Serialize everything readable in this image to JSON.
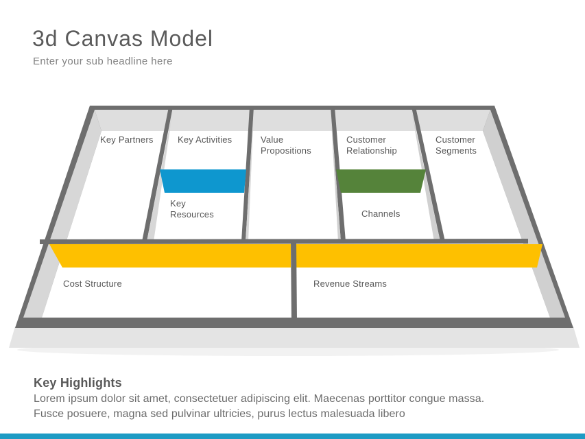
{
  "page": {
    "title": "3d Canvas Model",
    "subtitle": "Enter your sub headline here"
  },
  "canvas": {
    "labels": {
      "key_partners": "Key Partners",
      "key_activities": "Key Activities",
      "value_propositions": "Value Propositions",
      "customer_relationship": "Customer Relationship",
      "customer_segments": "Customer Segments",
      "key_resources": "Key Resources",
      "channels": "Channels",
      "cost_structure": "Cost Structure",
      "revenue_streams": "Revenue Streams"
    }
  },
  "highlights": {
    "heading": "Key Highlights",
    "body_line1": "Lorem ipsum dolor sit amet, consectetuer adipiscing elit. Maecenas porttitor congue massa.",
    "body_line2": "Fusce posuere, magna sed pulvinar ultricies, purus lectus malesuada libero"
  },
  "colors": {
    "accent_blue": "#0E97CF",
    "accent_green": "#55833A",
    "accent_yellow": "#FEC000",
    "footer_teal": "#1D9BC4",
    "frame_gray": "#6E6E6E",
    "wall_top": "#DEDEDE",
    "wall_left": "#D7D7D7",
    "wall_right": "#D0D0D0",
    "front_face": "#E4E4E4",
    "floor_white": "#FFFFFF"
  }
}
